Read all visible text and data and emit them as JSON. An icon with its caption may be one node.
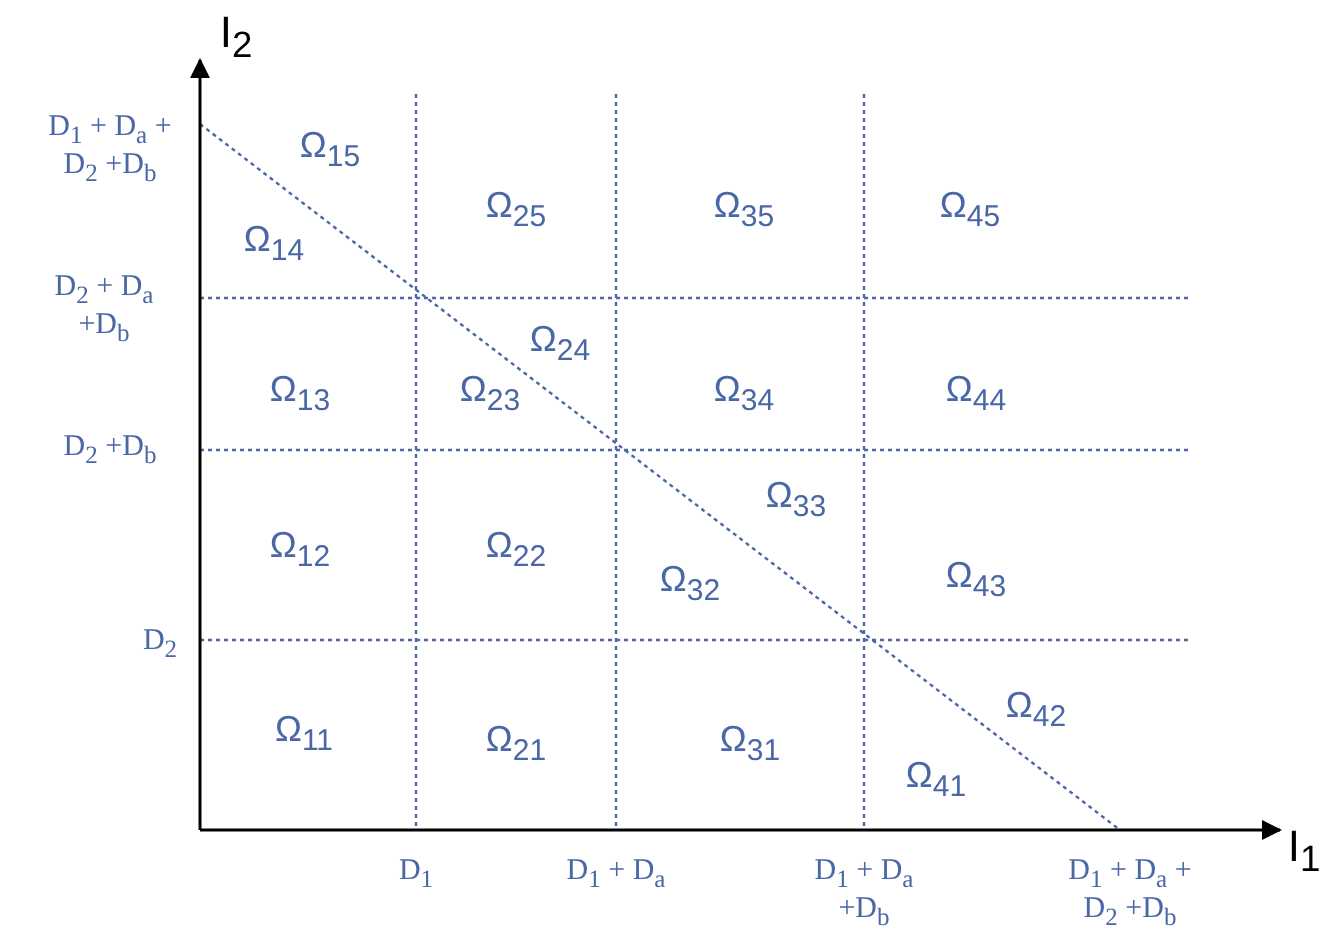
{
  "diagram": {
    "labels": [
      "I$_{2}$",
      "D$_{1}$ + D$_{a}$ + D$_{2}$ +D$_{b}$",
      "Ω$_{15}$",
      "Ω$_{25}$",
      "Ω$_{35}$",
      "Ω$_{45}$",
      "Ω$_{14}$",
      "D$_{2}$ + D$_{a}$ +D$_{b}$",
      "Ω$_{24}$",
      "Ω$_{13}$",
      "Ω$_{23}$",
      "Ω$_{34}$",
      "Ω$_{44}$",
      "D$_{2}$ +D$_{b}$",
      "Ω$_{33}$",
      "Ω$_{12}$",
      "Ω$_{22}$",
      "Ω$_{32}$",
      "Ω$_{43}$",
      "D$_{2}$",
      "Ω$_{42}$",
      "Ω$_{11}$",
      "Ω$_{21}$",
      "Ω$_{31}$",
      "Ω$_{41}$",
      "I$_{1}$",
      "D$_{1}$",
      "D$_{1}$ + D$_{a}$",
      "D$_{1}$ + D$_{a}$ +D$_{b}$",
      "D$_{1}$ + D$_{a}$ + D$_{2}$ +D$_{b}$"
    ]
  }
}
